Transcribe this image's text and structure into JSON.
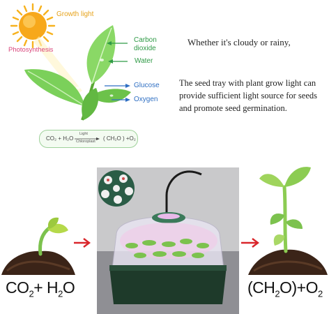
{
  "diagram": {
    "growth_light": "Growth light",
    "photosynthesis": "Photosynthesis",
    "carbon_dioxide_line1": "Carbon",
    "carbon_dioxide_line2": "dioxide",
    "water": "Water",
    "glucose": "Glucose",
    "oxygen": "Oxygen",
    "equation": {
      "left": "CO₂ + H₂O",
      "above_arrow": "Light",
      "below_arrow": "Chloroplast",
      "right": "( CH₂O ) +O₂"
    }
  },
  "text": {
    "cloudy": "Whether it's cloudy or rainy,",
    "description": "The seed tray with plant grow light can provide sufficient light source for seeds and promote seed germination."
  },
  "formulas": {
    "left_part1": "CO",
    "left_sub1": "2",
    "left_part2": "+ H",
    "left_sub2": "2",
    "left_part3": "O",
    "right_part1": "(CH",
    "right_sub1": "2",
    "right_part2": "O)+O",
    "right_sub2": "2"
  },
  "colors": {
    "leaf": "#6cc24a",
    "sun": "#f7b21e",
    "arrow": "#d9262b",
    "tray": "#1e3a2a",
    "soil": "#3b2418"
  }
}
